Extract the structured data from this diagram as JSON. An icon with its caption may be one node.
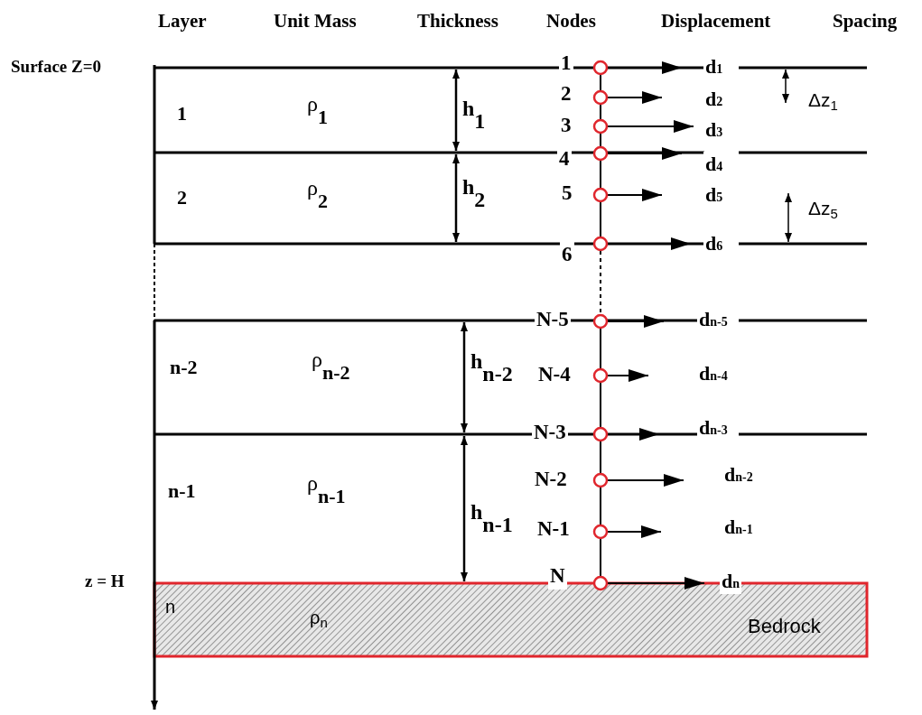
{
  "diagram": {
    "labels": [
      "Layer",
      "Unit Mass",
      "Thickness",
      "Nodes",
      "Displacement",
      "Spacing",
      "Surface Z=0",
      "1",
      "2",
      "n-2",
      "n-1",
      "n",
      "ρ$_{1}$",
      "ρ$_{2}$",
      "ρ$_{n-2}$",
      "ρ$_{n-1}$",
      "ρ$_{n}$",
      "h$_{1}$",
      "h$_{2}$",
      "h$_{n-2}$",
      "h$_{n-1}$",
      "1",
      "2",
      "3",
      "4",
      "5",
      "6",
      "N-5",
      "N-4",
      "N-3",
      "N-2",
      "N-1",
      "N",
      "d$_{1}$",
      "d$_{2}$",
      "d$_{3}$",
      "d$_{4}$",
      "d$_{5}$",
      "d$_{6}$",
      "d$_{n-5}$",
      "d$_{n-4}$",
      "d$_{n-3}$",
      "d$_{n-2}$",
      "d$_{n-1}$",
      "d$_{n}$",
      "Δz$_{1}$",
      "Δz$_{5}$",
      "z = H",
      "Bedrock"
    ]
  }
}
